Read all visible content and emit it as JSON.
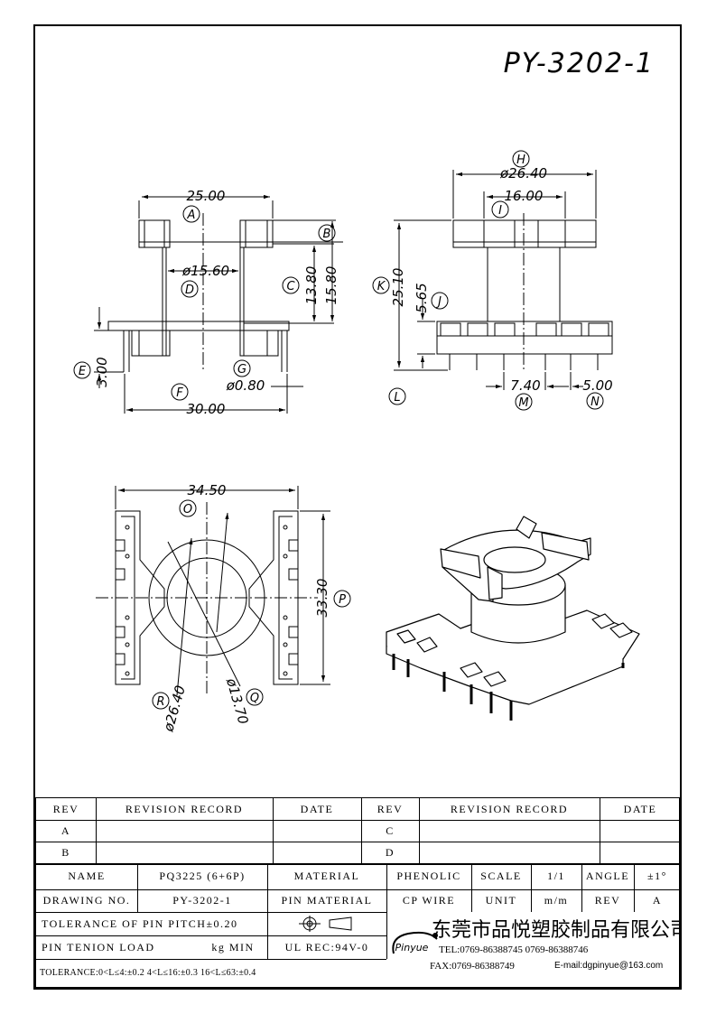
{
  "drawing": {
    "number": "PY-3202-1",
    "side_view": {
      "dims": {
        "width_top": "25.00",
        "bore": "ø15.60",
        "h1": "13.80",
        "h2": "15.80",
        "pin_len": "3.00",
        "pin_dia": "ø0.80",
        "width_pins": "30.00"
      },
      "labels": [
        "A",
        "B",
        "C",
        "D",
        "E",
        "F",
        "G"
      ]
    },
    "front_view": {
      "dims": {
        "flange": "ø26.40",
        "inner": "16.00",
        "height": "25.10",
        "base": "5.65",
        "pitch1": "7.40",
        "pitch2": "5.00"
      },
      "labels": [
        "H",
        "I",
        "J",
        "K",
        "L",
        "M",
        "N"
      ]
    },
    "top_view": {
      "dims": {
        "width": "34.50",
        "depth": "33.30",
        "flange": "ø26.40",
        "core": "ø13.70"
      },
      "labels": [
        "O",
        "P",
        "Q",
        "R"
      ]
    }
  },
  "revision_table": {
    "headers": [
      "REV",
      "REVISION RECORD",
      "DATE",
      "REV",
      "REVISION RECORD",
      "DATE"
    ],
    "rows": [
      [
        "A",
        "",
        "",
        "C",
        "",
        ""
      ],
      [
        "B",
        "",
        "",
        "D",
        "",
        ""
      ]
    ]
  },
  "title_block": {
    "name_label": "NAME",
    "name_value": "PQ3225 (6+6P)",
    "material_label": "MATERIAL",
    "material_value": "PHENOLIC",
    "scale_label": "SCALE",
    "scale_value": "1/1",
    "angle_label": "ANGLE",
    "angle_value": "±1°",
    "drawing_no_label": "DRAWING NO.",
    "drawing_no_value": "PY-3202-1",
    "pin_material_label": "PIN MATERIAL",
    "pin_material_value": "CP WIRE",
    "unit_label": "UNIT",
    "unit_value": "m/m",
    "rev_label": "REV",
    "rev_value": "A",
    "tol_pitch": "TOLERANCE OF PIN PITCH±0.20",
    "pin_load_label": "PIN TENION LOAD",
    "pin_load_value": "kg MIN",
    "ul": "UL REC:94V-0",
    "tol_range": "TOLERANCE:0<L≤4:±0.2  4<L≤16:±0.3  16<L≤63:±0.4",
    "company": "东莞市品悦塑胶制品有限公司",
    "tel": "TEL:0769-86388745    0769-86388746",
    "fax": "FAX:0769-86388749",
    "email": "E-mail:dgpinyue@163.com",
    "logo": "Pinyue"
  }
}
